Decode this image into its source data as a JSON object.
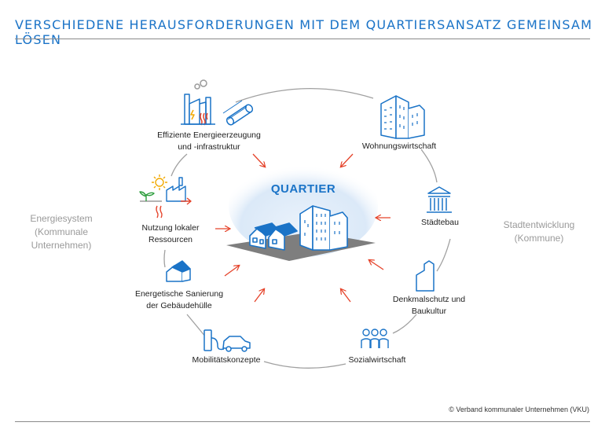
{
  "header": {
    "title": "VERSCHIEDENE HERAUSFORDERUNGEN MIT DEM QUARTIERSANSATZ GEMEINSAM LÖSEN"
  },
  "center": {
    "label": "QUARTIER"
  },
  "sides": {
    "left": [
      "Energiesystem",
      "(Kommunale",
      "Unternehmen)"
    ],
    "right": [
      "Stadtentwicklung",
      "(Kommune)"
    ]
  },
  "nodes": {
    "energie": [
      "Effiziente Energieerzeugung",
      "und -infrastruktur"
    ],
    "wohnung": [
      "Wohnungswirtschaft"
    ],
    "ressourcen": [
      "Nutzung lokaler",
      "Ressourcen"
    ],
    "staedtebau": [
      "Städtebau"
    ],
    "sanierung": [
      "Energetische Sanierung",
      "der Gebäudehülle"
    ],
    "denkmal": [
      "Denkmalschutz und",
      "Baukultur"
    ],
    "mobilitaet": [
      "Mobilitätskonzepte"
    ],
    "sozial": [
      "Sozialwirtschaft"
    ]
  },
  "footer": {
    "credit": "© Verband kommunaler Unternehmen (VKU)"
  },
  "colors": {
    "blue": "#1a73c7",
    "red": "#e5432a",
    "grey": "#9a9a9a",
    "lightblue": "#dbe9f8"
  },
  "icons": [
    "power-plant-icon",
    "pipes-icon",
    "apartment-building-icon",
    "bank-building-icon",
    "factory-plant-sun-icon",
    "church-icon",
    "house-icon",
    "people-icon",
    "ev-charging-car-icon",
    "houses-cluster-icon"
  ]
}
